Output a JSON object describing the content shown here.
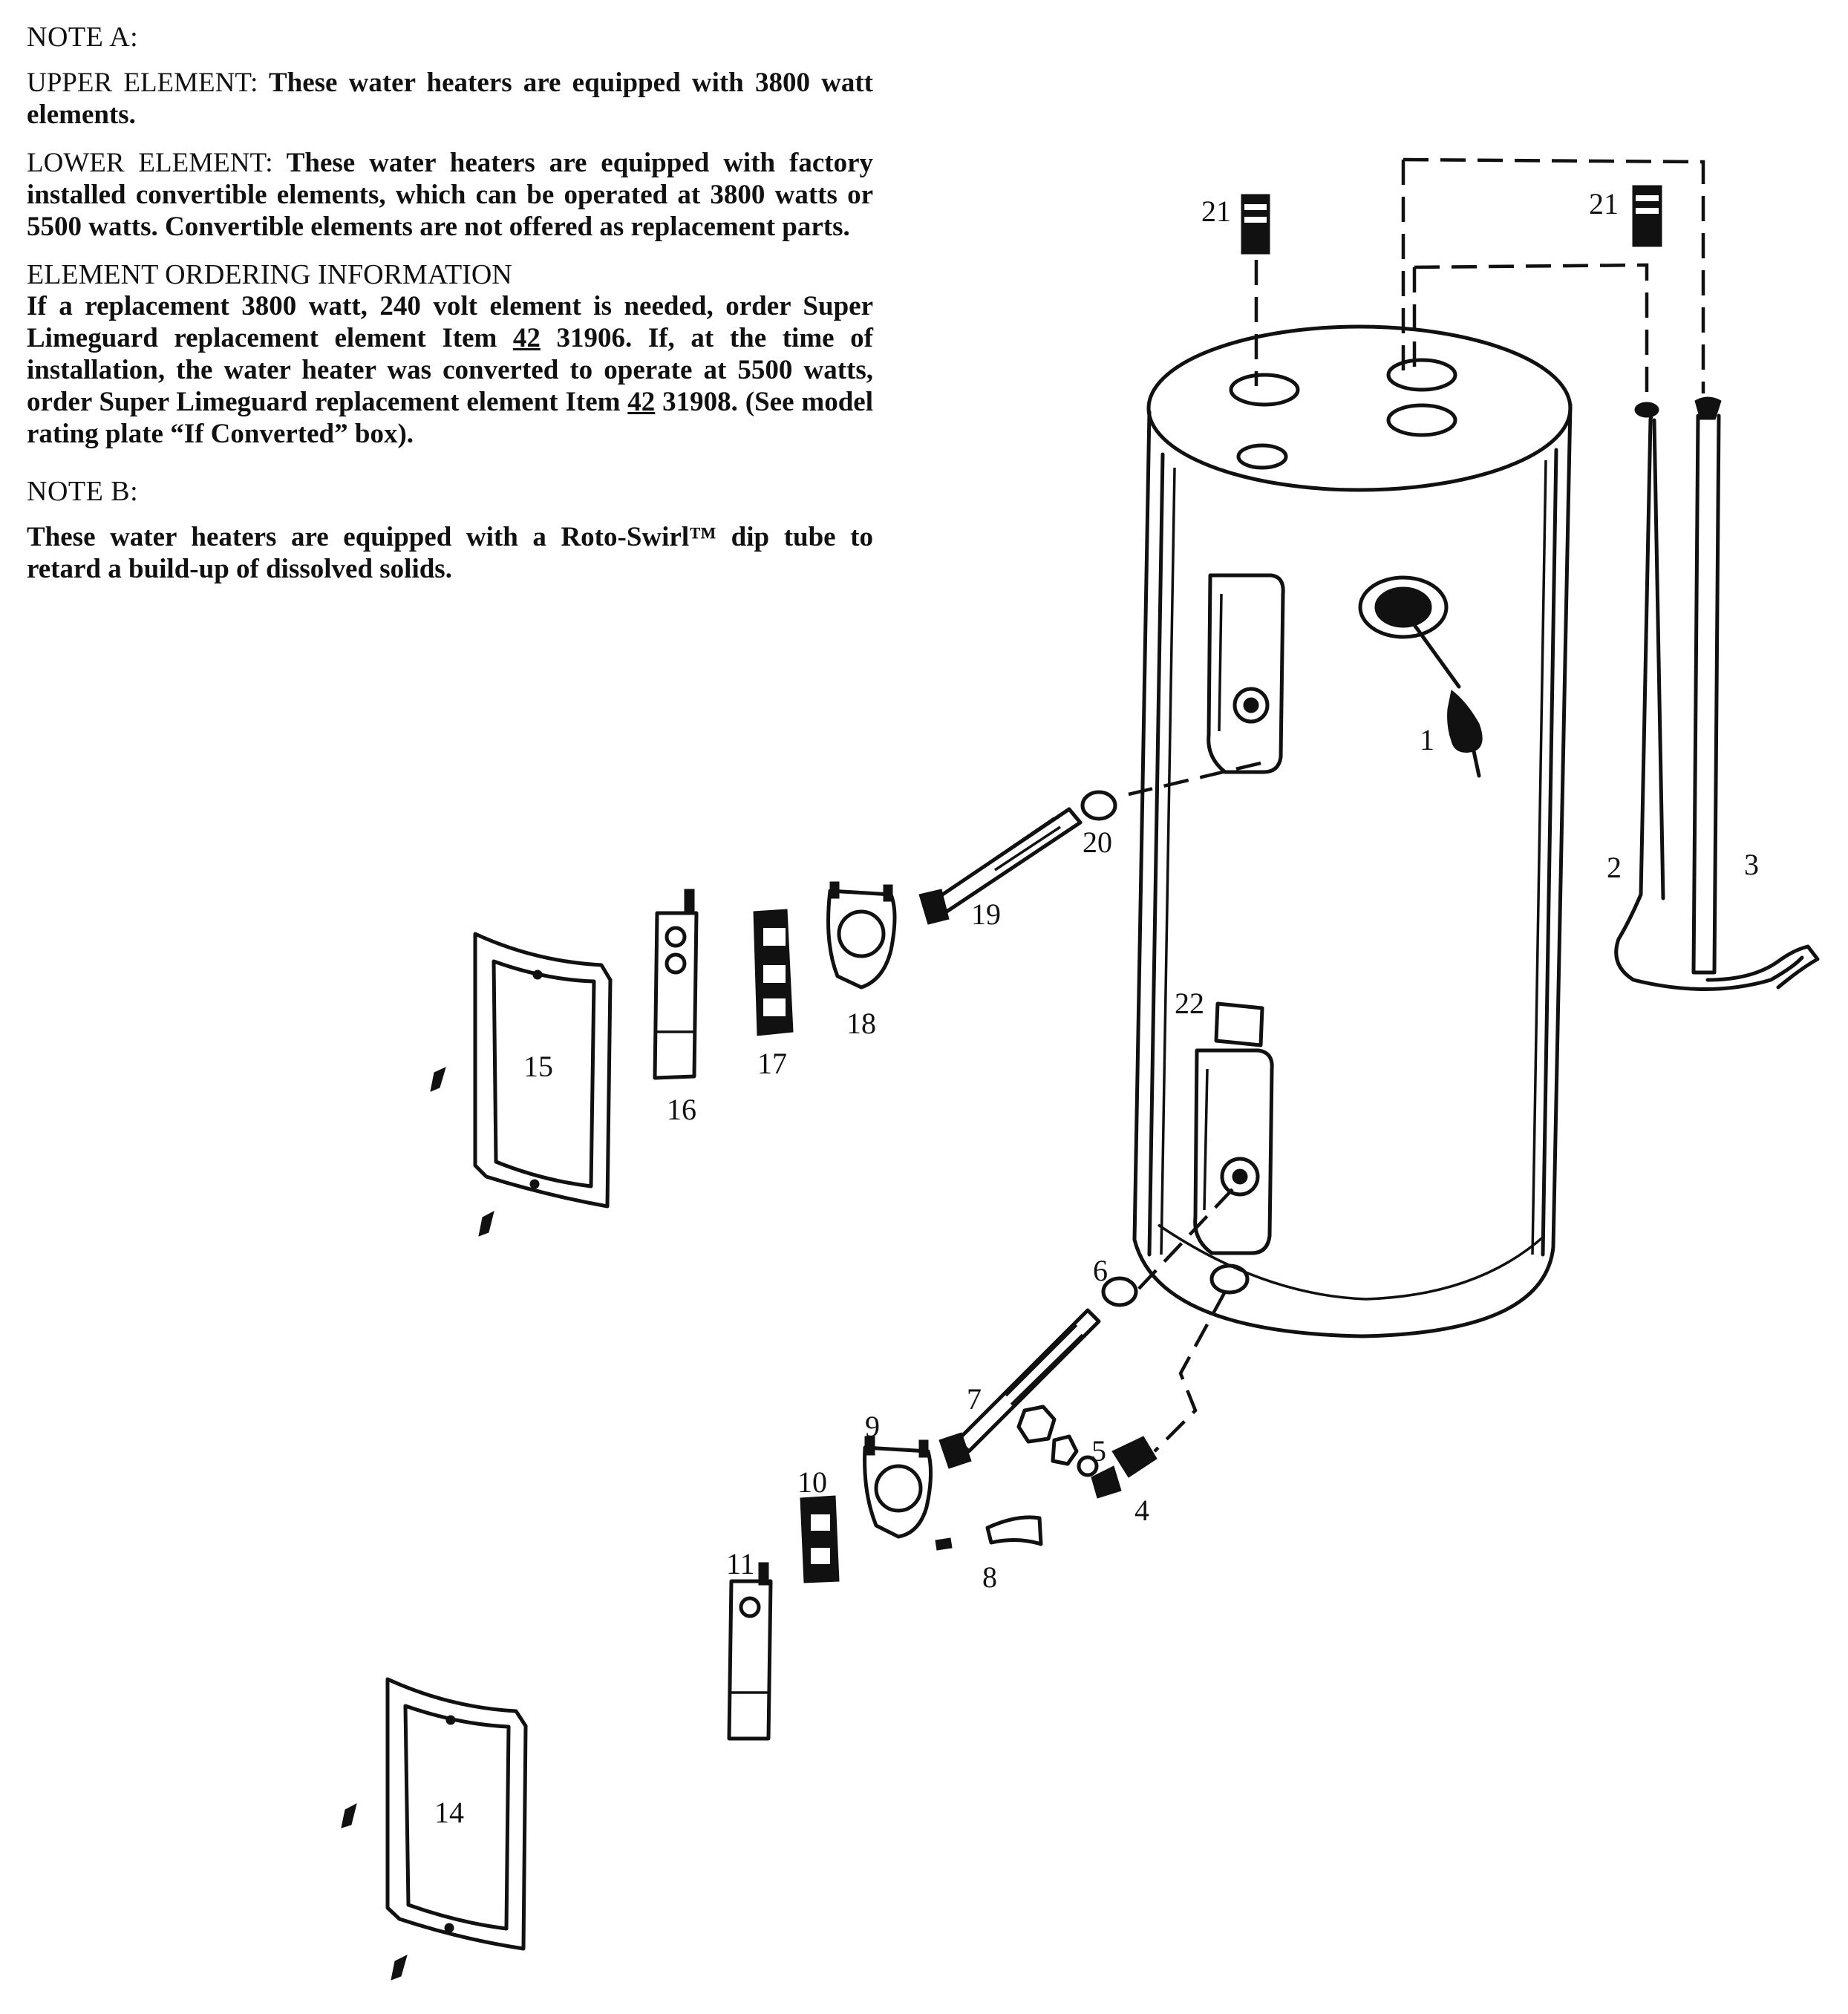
{
  "note_a": {
    "heading": "NOTE A:",
    "upper_label": "UPPER ELEMENT:",
    "upper_text": "These water heaters are equipped with 3800 watt elements.",
    "lower_label": "LOWER ELEMENT:",
    "lower_text": "These water heaters are equipped with factory installed convertible elements, which can be operated at 3800 watts or 5500 watts. Convertible elements are not offered as replacement parts."
  },
  "ordering": {
    "title": "ELEMENT ORDERING INFORMATION",
    "text_1": "If a replacement 3800 watt, 240 volt element is needed, order Super Limeguard replacement element Item ",
    "item_prefix_1": "42",
    "item_number_1": " 31906.",
    "text_2": " If, at the time of installation, the water heater was converted to operate at 5500 watts, order Super Limeguard replacement element Item ",
    "item_prefix_2": "42",
    "item_number_2": " 31908.",
    "text_3": " (See model rating plate “If Converted” box)."
  },
  "note_b": {
    "heading": "NOTE B:",
    "text": "These water heaters are equipped with a Roto-Swirl™ dip tube to retard a build-up of dissolved solids."
  },
  "callouts": {
    "c1": "1",
    "c2": "2",
    "c3": "3",
    "c4": "4",
    "c5": "5",
    "c6": "6",
    "c7": "7",
    "c8": "8",
    "c9": "9",
    "c10": "10",
    "c11": "11",
    "c14": "14",
    "c15": "15",
    "c16": "16",
    "c17": "17",
    "c18": "18",
    "c19": "19",
    "c20": "20",
    "c21a": "21",
    "c21b": "21",
    "c22": "22"
  }
}
